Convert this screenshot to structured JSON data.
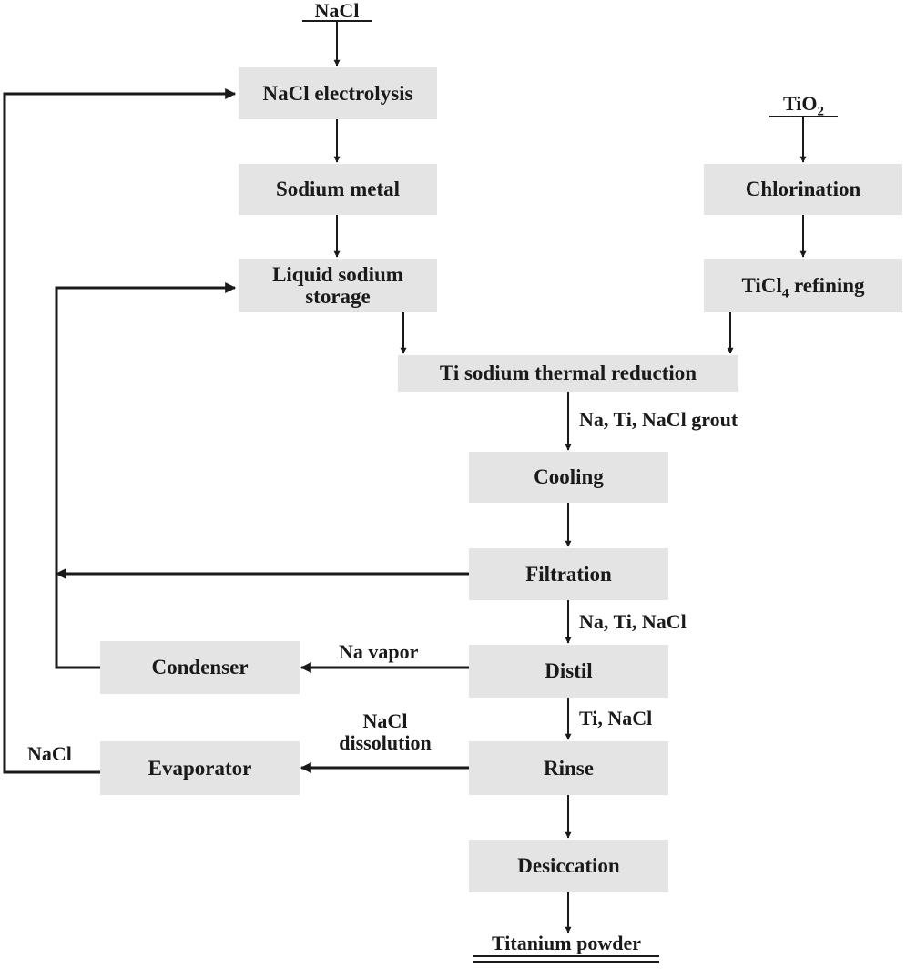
{
  "inputs": {
    "nacl_feed": "NaCl",
    "tio2_feed_base": "TiO",
    "tio2_feed_sub": "2"
  },
  "boxes": {
    "nacl_electrolysis": "NaCl electrolysis",
    "sodium_metal": "Sodium metal",
    "liquid_sodium_storage_line1": "Liquid sodium",
    "liquid_sodium_storage_line2": "storage",
    "chlorination": "Chlorination",
    "ticl4_refining_base": "TiCl",
    "ticl4_refining_sub": "4",
    "ticl4_refining_rest": " refining",
    "reduction": "Ti sodium thermal reduction",
    "cooling": "Cooling",
    "filtration": "Filtration",
    "distil": "Distil",
    "rinse": "Rinse",
    "desiccation": "Desiccation",
    "condenser": "Condenser",
    "evaporator": "Evaporator"
  },
  "flow_labels": {
    "after_reduction": "Na, Ti, NaCl grout",
    "after_filtration": "Na, Ti, NaCl",
    "after_distil": "Ti, NaCl",
    "na_vapor": "Na vapor",
    "nacl_dissolution_line1": "NaCl",
    "nacl_dissolution_line2": "dissolution",
    "nacl_recycle": "NaCl"
  },
  "output": {
    "product": "Titanium powder"
  },
  "colors": {
    "box_fill": "#e4e4e4",
    "line": "#1a1a1a"
  }
}
